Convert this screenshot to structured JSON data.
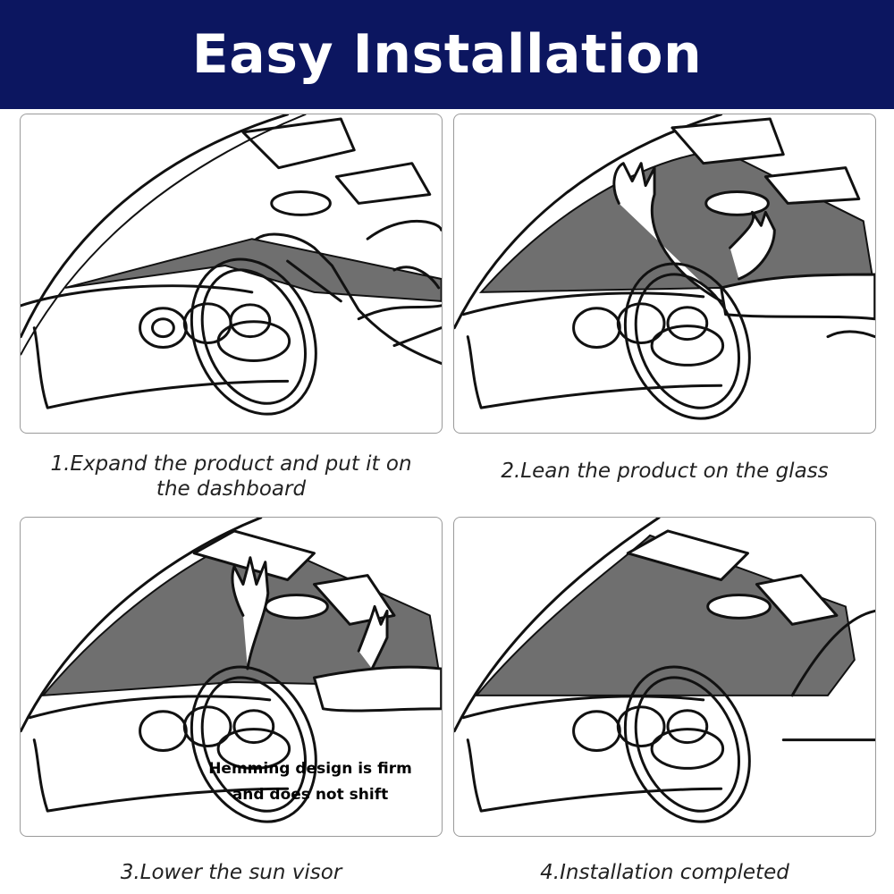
{
  "header": {
    "title": "Easy Installation",
    "background": "#0c1660"
  },
  "steps": [
    {
      "line1": "1.Expand the product and put it on",
      "line2": "the dashboard"
    },
    {
      "line1": "2.Lean the product on the glass"
    },
    {
      "line1": "3.Lower the sun visor"
    },
    {
      "line1": "4.Installation completed"
    }
  ],
  "note": {
    "line1": "Hemming design is firm",
    "line2": "and does not shift"
  },
  "colors": {
    "shade": "#6f6f6f",
    "line": "#111111"
  }
}
